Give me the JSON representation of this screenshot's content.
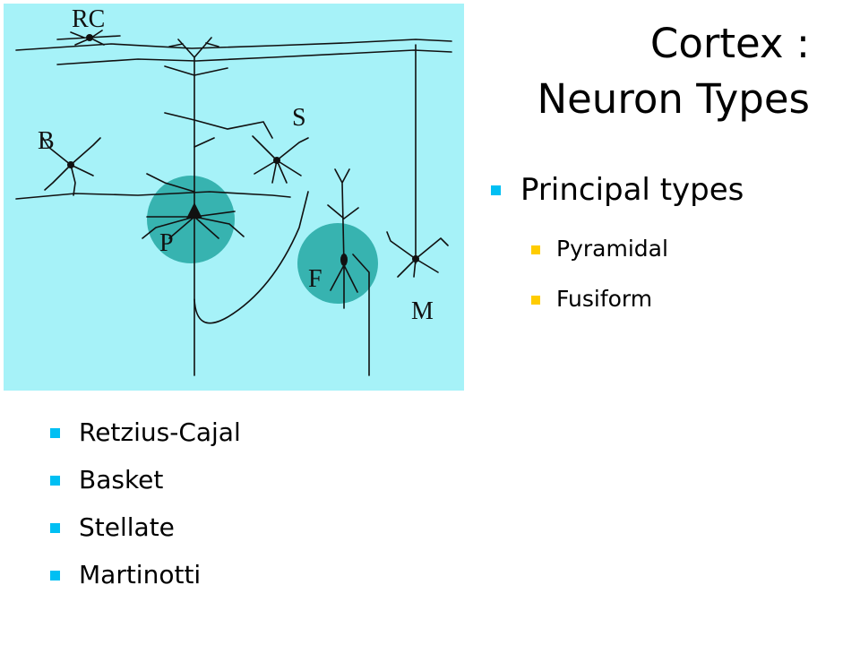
{
  "slide": {
    "title_line1": "Cortex :",
    "title_line2": "Neuron Types"
  },
  "figure": {
    "labels": {
      "rc": "RC",
      "s": "S",
      "b": "B",
      "p": "P",
      "f": "F",
      "m": "M"
    },
    "colors": {
      "background": "#a6f2f8",
      "highlight": "#37b3b0",
      "ink": "#111111"
    }
  },
  "principal": {
    "label": "Principal types",
    "items": [
      "Pyramidal",
      "Fusiform"
    ]
  },
  "others": {
    "items": [
      "Retzius-Cajal",
      "Basket",
      "Stellate",
      "Martinotti"
    ]
  },
  "colors": {
    "bullet_main": "#00bff3",
    "bullet_sub": "#ffcc00"
  }
}
